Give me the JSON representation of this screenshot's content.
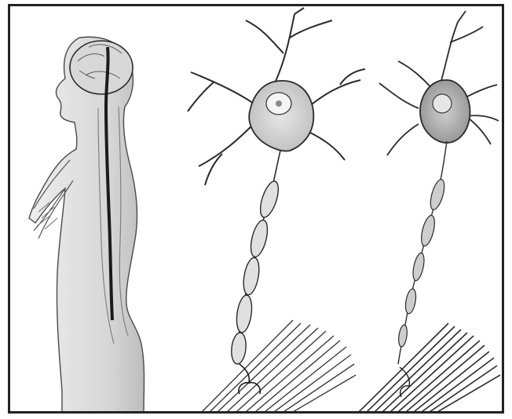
{
  "figure": {
    "panels": [
      {
        "name": "human-silhouette-with-brain-and-spinal-cord"
      },
      {
        "name": "healthy-motor-neuron"
      },
      {
        "name": "degenerating-motor-neuron"
      }
    ],
    "colors": {
      "line": "#2a2a2a",
      "body_fill": "#dadada",
      "cell_fill": "#c9c9c9",
      "cell_fill_dark": "#a9a9a9",
      "cord": "#1b1b1b",
      "muscle": "#3a3a3a",
      "background": "#ffffff"
    }
  }
}
